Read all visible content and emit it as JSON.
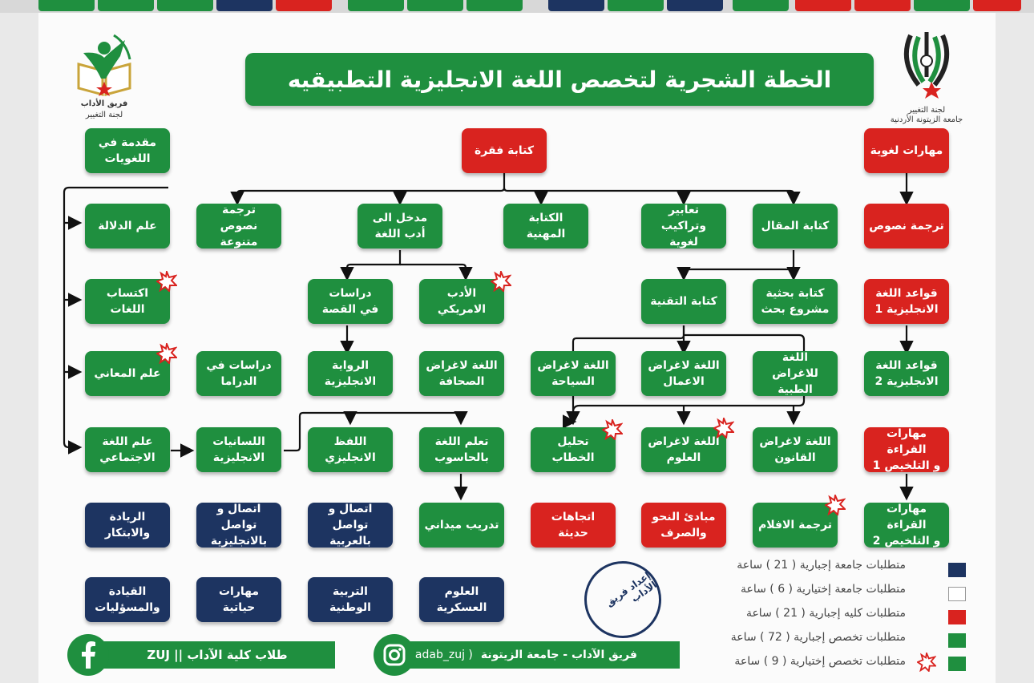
{
  "title": "الخطة الشجرية لتخصص اللغة الانجليزية التطبيقيه",
  "logos": {
    "left_name": "فريق الأداب",
    "left_sub": "لجنة التغيير",
    "right_name": "لجنة التغيير",
    "right_sub": "جامعة الزيتونة الأردنية"
  },
  "nodes": {
    "intro_linguistics": "مقدمة في\nاللغويات",
    "writing_paragraph": "كتابة فقرة",
    "language_skills": "مهارات لغوية",
    "semantics": "علم الدلالة",
    "translation_texts": "ترجمة\nنصوص متنوعة",
    "intro_literature": "مدخل الى\nأدب اللغة",
    "professional_writing": "الكتابة\nالمهنية",
    "expressions": "تعابير\nوتراكيب لغوية",
    "essay_writing": "كتابة المقال",
    "text_translation": "ترجمة نصوص",
    "language_acquisition": "اكتساب اللغات",
    "story_studies": "دراسات\nفي القصة",
    "american_lit": "الأدب الامريكي",
    "technical_writing": "كتابة التقنية",
    "research_writing": "كتابة بحثية\nمشروع بحث",
    "grammar1": "قواعد اللغة\nالانجليزية 1",
    "pragmatics": "علم المعاني",
    "drama_studies": "دراسات في\nالدراما",
    "english_novel": "الرواية\nالانجليزية",
    "press_english": "اللغة لاغراض\nالصحافة",
    "tourism_english": "اللغة لاغراض\nالسياحة",
    "business_english": "اللغة لاغراض\nالاعمال",
    "medical_english": "اللغة للاغراض\nالطبية",
    "grammar2": "قواعد اللغة\nالانجليزية 2",
    "sociolinguistics": "علم اللغة\nالاجتماعي",
    "english_linguistics": "اللسانيات\nالانجليزية",
    "phonetics": "اللفظ\nالانجليزي",
    "call": "تعلم اللغة\nبالحاسوب",
    "discourse": "تحليل الخطاب",
    "science_english": "اللغة لاغراض\nالعلوم",
    "law_english": "اللغة لاغراض\nالقانون",
    "reading1": "مهارات القراءة\nو التلخيص 1",
    "entrepreneurship": "الريادة والابتكار",
    "comm_english": "اتصال و تواصل\nبالانجليزية",
    "comm_arabic": "اتصال و تواصل\nبالعربية",
    "field_training": "تدريب ميداني",
    "modern_trends": "اتجاهات\nحديثة",
    "syntax_morph": "مبادئ النحو\nوالصرف",
    "film_translation": "ترجمة الافلام",
    "reading2": "مهارات القراءة\nو التلخيص 2",
    "leadership": "القيادة\nوالمسؤليات",
    "life_skills": "مهارات\nحياتية",
    "national_edu": "التربية\nالوطنية",
    "military": "العلوم\nالعسكرية"
  },
  "legend": [
    {
      "text": "متطلبات جامعة إجبارية ( 21 ) ساعة",
      "color": "#1d3461"
    },
    {
      "text": "متطلبات جامعة إختيارية ( 6 ) ساعة",
      "color": "#ffffff"
    },
    {
      "text": "متطلبات كليه إجبارية ( 21 ) ساعة",
      "color": "#d9231f"
    },
    {
      "text": "متطلبات تخصص إجبارية ( 72 ) ساعة",
      "color": "#1f8f3f"
    },
    {
      "text": "متطلبات تخصص إختيارية ( 9 ) ساعة",
      "color": "#1f8f3f"
    }
  ],
  "stamp": "إعداد فريق الأداب",
  "footer": {
    "left": "طلاب كلية الآداب  ||  ZUJ",
    "right": "فريق الآداب - جامعة الزيتونة",
    "handle": "( adab_zuj )"
  },
  "colors": {
    "green": "#1f8f3f",
    "red": "#d9231f",
    "navy": "#1d3461"
  },
  "icons": [
    "facebook-icon",
    "instagram-icon",
    "star-icon"
  ]
}
